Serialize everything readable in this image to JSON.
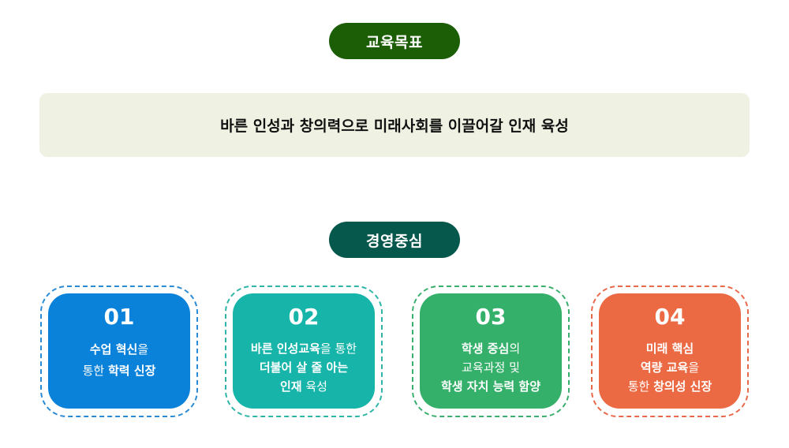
{
  "goal": {
    "pill_label": "교육목표",
    "statement": "바른 인성과 창의력으로 미래사회를 이끌어갈 인재 육성"
  },
  "management": {
    "pill_label": "경영중심"
  },
  "cards": [
    {
      "number": "01",
      "color": "#0a82da",
      "outline": "#2a8bd4",
      "lines": [
        [
          {
            "t": "수업 혁신",
            "b": true
          },
          {
            "t": "을",
            "b": false
          }
        ],
        [
          {
            "t": "통한 ",
            "b": false
          },
          {
            "t": "학력 신장",
            "b": true
          }
        ]
      ]
    },
    {
      "number": "02",
      "color": "#17b4aa",
      "outline": "#2fb5a8",
      "lines": [
        [
          {
            "t": "바른 인성교육",
            "b": true
          },
          {
            "t": "을 통한",
            "b": false
          }
        ],
        [
          {
            "t": "더불어 살 줄 아는",
            "b": true
          }
        ],
        [
          {
            "t": "인재",
            "b": true
          },
          {
            "t": " 육성",
            "b": false
          }
        ]
      ]
    },
    {
      "number": "03",
      "color": "#34b06a",
      "outline": "#3aae6c",
      "lines": [
        [
          {
            "t": "학생 중심",
            "b": true
          },
          {
            "t": "의",
            "b": false
          }
        ],
        [
          {
            "t": "교육과정 및",
            "b": false
          }
        ],
        [
          {
            "t": "학생 자치 능력 함양",
            "b": true
          }
        ]
      ]
    },
    {
      "number": "04",
      "color": "#ec6a43",
      "outline": "#e8694a",
      "lines": [
        [
          {
            "t": "미래 핵심",
            "b": true
          }
        ],
        [
          {
            "t": "역량 교육",
            "b": true
          },
          {
            "t": "을",
            "b": false
          }
        ],
        [
          {
            "t": "통한 ",
            "b": false
          },
          {
            "t": "창의성 신장",
            "b": true
          }
        ]
      ]
    }
  ]
}
